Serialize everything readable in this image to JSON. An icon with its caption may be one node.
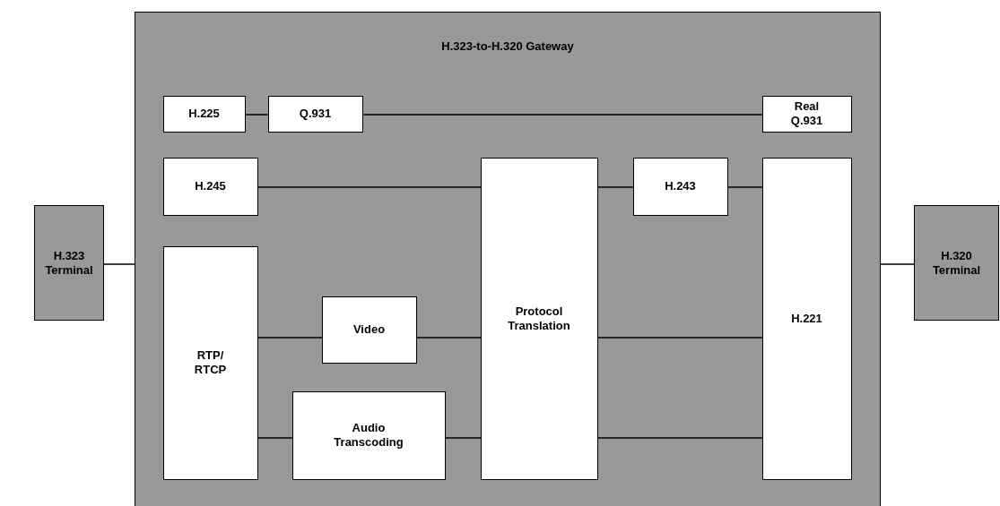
{
  "diagram": {
    "nodes": [
      {
        "text": [
          "H.323-to-H.320 Gateway"
        ]
      },
      {
        "text": [
          "H.225"
        ],
        "in": 0
      },
      {
        "text": [
          "Q.931"
        ],
        "in": 0
      },
      {
        "text": [
          "Real Q.931"
        ],
        "in": 0
      },
      {
        "text": [
          "H.245"
        ],
        "in": 0
      },
      {
        "text": [
          "Protocol Translation"
        ],
        "in": 0
      },
      {
        "text": [
          "H.243"
        ],
        "in": 0
      },
      {
        "text": [
          "H.221"
        ],
        "in": 0
      },
      {
        "text": [
          "RTP/ RTCP"
        ],
        "in": 0
      },
      {
        "text": [
          "Video"
        ],
        "in": 0
      },
      {
        "text": [
          "Audio Transcoding"
        ],
        "in": 0
      },
      {
        "text": [
          "H.323 Terminal"
        ]
      },
      {
        "text": [
          "H.320 Terminal"
        ]
      }
    ],
    "edges": [
      {
        "from": 11,
        "to": 0,
        "arrow": "none"
      },
      {
        "from": 0,
        "to": 12,
        "arrow": "none"
      },
      {
        "from": 1,
        "to": 2,
        "arrow": "none"
      },
      {
        "from": 2,
        "to": 3,
        "arrow": "none"
      },
      {
        "from": 4,
        "to": 5,
        "arrow": "none"
      },
      {
        "from": 5,
        "to": 6,
        "arrow": "none"
      },
      {
        "from": 6,
        "to": 7,
        "arrow": "none"
      },
      {
        "from": 8,
        "to": 9,
        "arrow": "none"
      },
      {
        "from": 9,
        "to": 5,
        "arrow": "none"
      },
      {
        "from": 8,
        "to": 10,
        "arrow": "none"
      },
      {
        "from": 10,
        "to": 5,
        "arrow": "none"
      },
      {
        "from": 5,
        "to": 7,
        "arrow": "none"
      },
      {
        "from": 5,
        "to": 7,
        "arrow": "none"
      }
    ]
  }
}
